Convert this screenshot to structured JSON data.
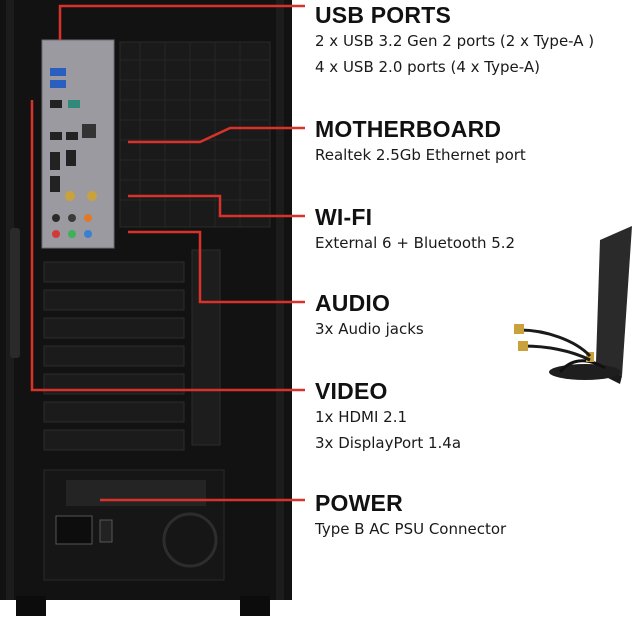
{
  "specs": [
    {
      "heading": "USB PORTS",
      "lines": [
        "2 x USB 3.2 Gen 2 ports (2 x Type-A )",
        "4 x USB 2.0 ports (4 x Type-A)"
      ]
    },
    {
      "heading": "MOTHERBOARD",
      "lines": [
        "Realtek 2.5Gb Ethernet port"
      ]
    },
    {
      "heading": "WI-FI",
      "lines": [
        "External 6 + Bluetooth 5.2"
      ]
    },
    {
      "heading": "AUDIO",
      "lines": [
        "3x Audio jacks"
      ]
    },
    {
      "heading": "VIDEO",
      "lines": [
        "1x HDMI 2.1",
        "3x DisplayPort 1.4a"
      ]
    },
    {
      "heading": "POWER",
      "lines": [
        "Type B AC PSU Connector"
      ]
    }
  ],
  "colors": {
    "callout_line": "#d9322b",
    "case_body": "#121212",
    "io_shield": "#9a9aa0",
    "text": "#111111"
  },
  "icons": {
    "case": "pc-tower-rear-icon",
    "antenna": "wifi-antenna-icon"
  }
}
